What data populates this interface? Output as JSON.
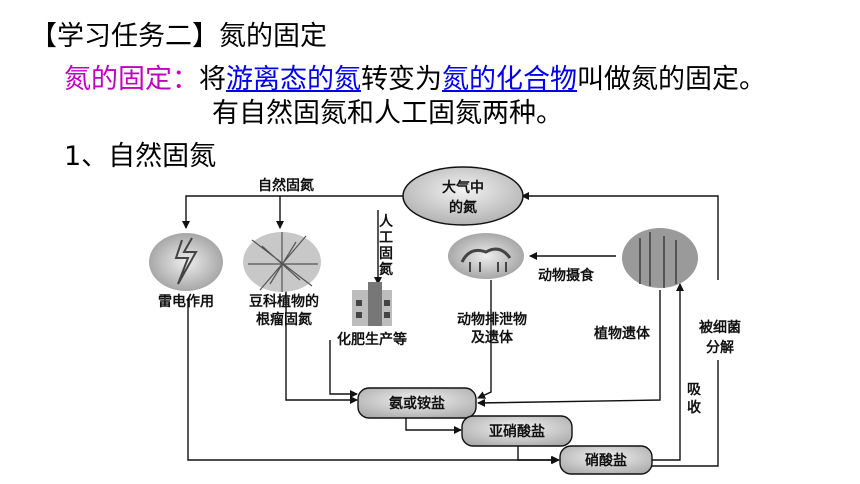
{
  "heading": "【学习任务二】氮的固定",
  "definition": {
    "term": "氮的固定：",
    "p1": "将",
    "link1": "游离态的氮",
    "p2": "转变为",
    "link2": "氮的化合物",
    "p3": "叫做氮的固定。",
    "line2": "有自然固氮和人工固氮两种。"
  },
  "section": "1、自然固氮",
  "diagram": {
    "natural_fixation": "自然固氮",
    "atmosphere_l1": "大气中",
    "atmosphere_l2": "的氮",
    "artificial": [
      "人",
      "工",
      "固",
      "氮"
    ],
    "lightning": "雷电作用",
    "legume_l1": "豆科植物的",
    "legume_l2": "根瘤固氮",
    "fertilizer": "化肥生产等",
    "animal_waste_l1": "动物排泄物",
    "animal_waste_l2": "及遗体",
    "animal_eat": "动物摄食",
    "plant_remains": "植物遗体",
    "bacteria_l1": "被细菌",
    "bacteria_l2": "分解",
    "absorb": [
      "吸",
      "收"
    ],
    "ammonia": "氨或铵盐",
    "nitrite": "亚硝酸盐",
    "nitrate": "硝酸盐"
  }
}
